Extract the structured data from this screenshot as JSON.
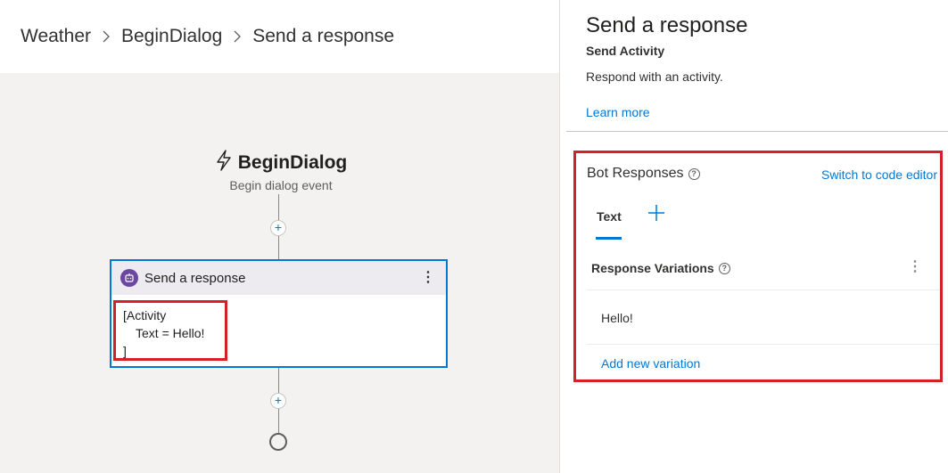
{
  "breadcrumb": {
    "items": [
      "Weather",
      "BeginDialog",
      "Send a response"
    ]
  },
  "trigger": {
    "title": "BeginDialog",
    "subtitle": "Begin dialog event",
    "icon": "lightning-icon"
  },
  "node": {
    "header": "Send a response",
    "icon": "bot-icon",
    "body_line1": "[Activity",
    "body_line2": "Text = Hello!",
    "body_line3": "]"
  },
  "panel": {
    "title": "Send a response",
    "subtitle": "Send Activity",
    "description": "Respond with an activity.",
    "learn_more": "Learn more",
    "bot_responses_label": "Bot Responses",
    "switch_link": "Switch to code editor",
    "tab_text": "Text",
    "response_variations_label": "Response Variations",
    "variations": [
      "Hello!"
    ],
    "add_variation": "Add new variation"
  },
  "colors": {
    "accent": "#0078d4",
    "highlight_border": "#d42028",
    "canvas_bg": "#f3f2f1",
    "bot_icon": "#6b47a0"
  }
}
